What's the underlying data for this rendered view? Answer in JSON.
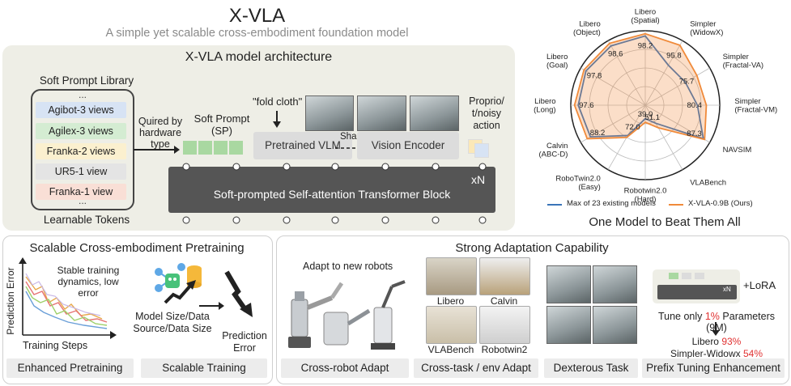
{
  "header": {
    "title": "X-VLA",
    "subtitle": "A simple yet scalable cross-embodiment foundation model"
  },
  "architecture": {
    "title": "X-VLA model architecture",
    "library_title": "Soft Prompt Library",
    "dots": "...",
    "tokens": [
      {
        "label": "Agibot-3 views",
        "color": "#d7e3f4"
      },
      {
        "label": "Agilex-3 views",
        "color": "#d4ecd2"
      },
      {
        "label": "Franka-2 views",
        "color": "#fbf0cf"
      },
      {
        "label": "UR5-1 view",
        "color": "#e4e4e4"
      },
      {
        "label": "Franka-1 view",
        "color": "#f9dfd6"
      }
    ],
    "learnable_label": "Learnable Tokens",
    "quired_label": "Quired by\nhardware\ntype",
    "soft_prompt_label": "Soft Prompt\n(SP)",
    "instruction": "\"fold cloth\"",
    "vlm_label": "Pretrained VLM",
    "shared_vit_label": "Shared ViT",
    "vision_encoder_label": "Vision Encoder",
    "proprio_label": "Proprio/\nt/noisy\naction",
    "transformer_label": "Soft-prompted Self-attention Transformer Block",
    "repeat_label": "xN"
  },
  "radar": {
    "axes": [
      {
        "name": "Libero\n(Spatial)",
        "value": "98.2"
      },
      {
        "name": "Simpler\n(WidowX)",
        "value": "95.8"
      },
      {
        "name": "Simpler\n(Fractal-VA)",
        "value": "75.7"
      },
      {
        "name": "Simpler\n(Fractal-VM)",
        "value": "80.4"
      },
      {
        "name": "NAVSIM",
        "value": "87.3"
      },
      {
        "name": "VLABench",
        "value": "51.1"
      },
      {
        "name": "Robotwin2.0\n(Hard)",
        "value": "39.0"
      },
      {
        "name": "RoboTwin2.0\n(Easy)",
        "value": "72.0"
      },
      {
        "name": "Calvin\n(ABC-D)",
        "value": "88.2"
      },
      {
        "name": "Libero\n(Long)",
        "value": "97.6"
      },
      {
        "name": "Libero\n(Goal)",
        "value": "97.8"
      },
      {
        "name": "Libero\n(Object)",
        "value": "98.6"
      }
    ],
    "ours_levels": [
      0.96,
      0.93,
      0.8,
      0.82,
      0.92,
      0.35,
      0.23,
      0.5,
      0.9,
      0.95,
      0.95,
      0.96
    ],
    "baseline_levels": [
      0.93,
      0.62,
      0.62,
      0.7,
      0.9,
      0.28,
      0.18,
      0.47,
      0.85,
      0.9,
      0.92,
      0.92
    ],
    "legend": [
      {
        "name": "Max of 23 existing models",
        "color": "#3a74b8"
      },
      {
        "name": "X-VLA-0.9B (Ours)",
        "color": "#f08a3a"
      }
    ],
    "tagline": "One Model to Beat Them All"
  },
  "pretraining": {
    "title": "Scalable Cross-embodiment Pretraining",
    "ylabel": "Prediction Error",
    "xlabel": "Training Steps",
    "annotation": "Stable training\ndynamics, low\nerror",
    "scale_label": "Model Size/Data\nSource/Data Size",
    "result_label": "Prediction\nError",
    "buttons": [
      "Enhanced Pretraining",
      "Scalable Training"
    ]
  },
  "adaptation": {
    "title": "Strong Adaptation Capability",
    "robots_label": "Adapt to new robots",
    "envs": [
      "Libero",
      "Calvin",
      "VLABench",
      "Robotwin2"
    ],
    "lora_label": "+LoRA",
    "mini_xn": "xN",
    "tune_prefix": "Tune only ",
    "tune_pct": "1%",
    "tune_suffix": " Parameters (9M)",
    "libero_label": "Libero ",
    "libero_pct": "93%",
    "simpler_label": "Simpler-Widowx ",
    "simpler_pct": "54%",
    "buttons": [
      "Cross-robot Adapt",
      "Cross-task / env Adapt",
      "Dexterous Task",
      "Prefix Tuning Enhancement"
    ]
  },
  "colors": {
    "accent_red": "#e03131",
    "panel_bg": "#eeeee6",
    "token_green": "#a9d8a1"
  }
}
